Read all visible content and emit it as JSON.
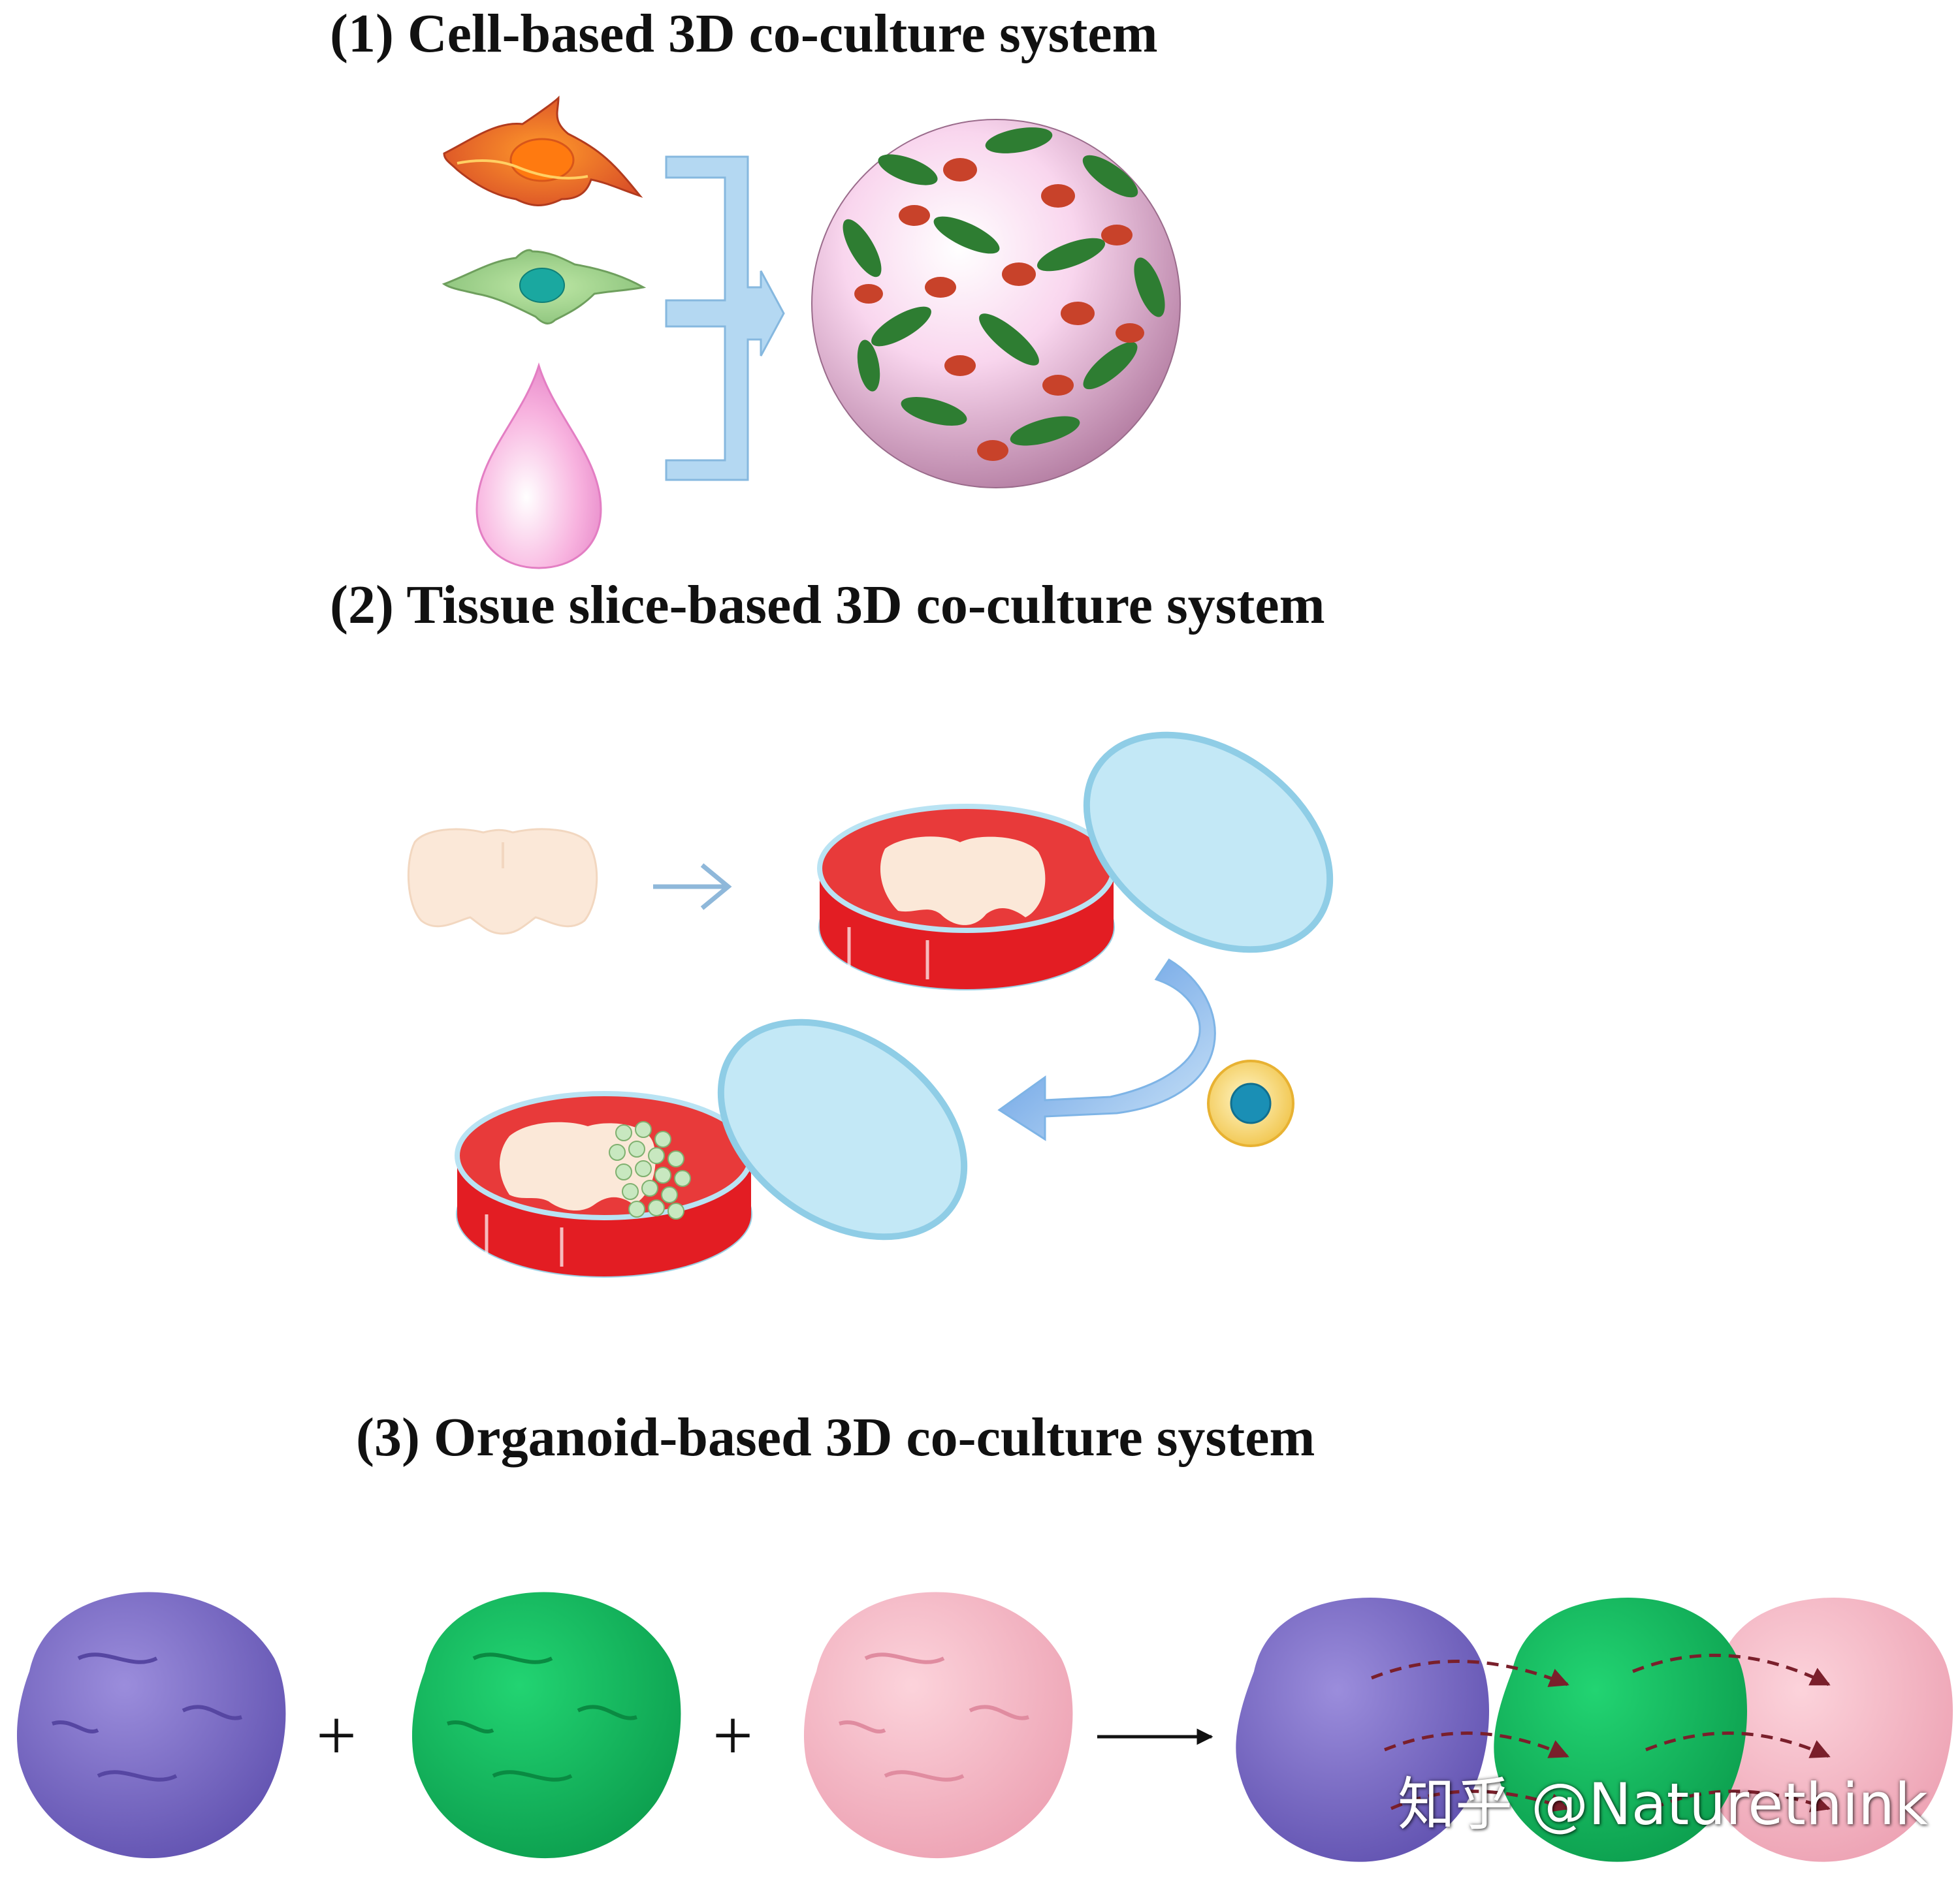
{
  "section1": {
    "title": "(1) Cell-based 3D co-culture system"
  },
  "section2": {
    "title": "(2) Tissue slice-based 3D co-culture system"
  },
  "section3": {
    "title": "(3) Organoid-based 3D co-culture system",
    "plus_sign": "+"
  },
  "watermark": {
    "text": "知乎 @Naturethink"
  },
  "colors": {
    "arrow_blue": "#b4d8f2",
    "red_cell": "#e8602a",
    "green_cell": "#8cc57a",
    "droplet_pink": "#f6a9dc",
    "culture_medium": "#e52a2a",
    "tissue_slice": "#fbe8d8",
    "dish_lid": "#c3e8f6",
    "organoid_purple": "#7d6cc8",
    "organoid_green": "#13c060",
    "organoid_pink": "#f7b9c6",
    "interaction_arrow": "#7a1f2b"
  }
}
